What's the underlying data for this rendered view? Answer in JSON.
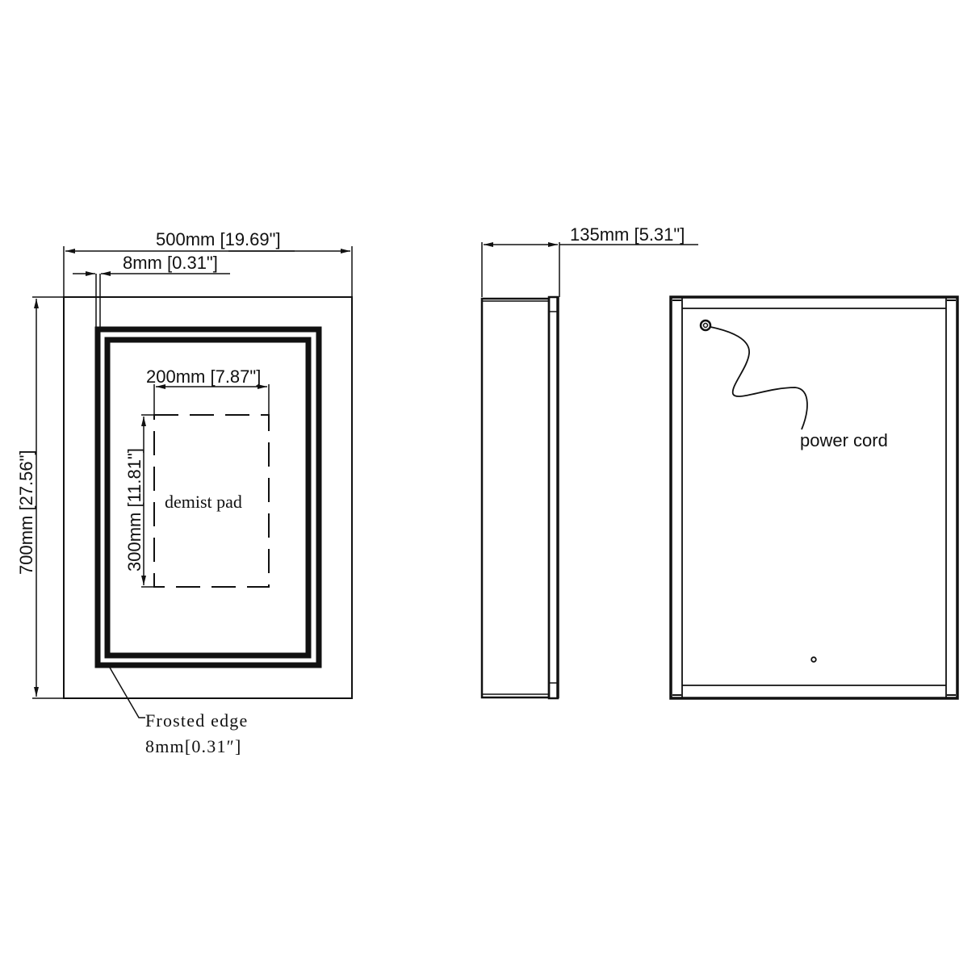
{
  "diagram": {
    "type": "technical-drawing",
    "subject": "LED mirror cabinet dimensions",
    "views": [
      "front",
      "side",
      "back"
    ]
  },
  "front_view": {
    "overall_width": "500mm [19.69\"]",
    "frosted_edge_width": "8mm [0.31\"]",
    "overall_height": "700mm [27.56\"]",
    "demist_pad_width": "200mm [7.87\"]",
    "demist_pad_height": "300mm [11.81\"]",
    "demist_pad_label": "demist pad",
    "frosted_edge_callout_line1": "Frosted edge",
    "frosted_edge_callout_line2": "8mm[0.31″]"
  },
  "side_view": {
    "depth": "135mm [5.31\"]"
  },
  "back_view": {
    "power_cord_label": "power cord"
  },
  "colors": {
    "line": "#111111",
    "background": "#ffffff"
  }
}
